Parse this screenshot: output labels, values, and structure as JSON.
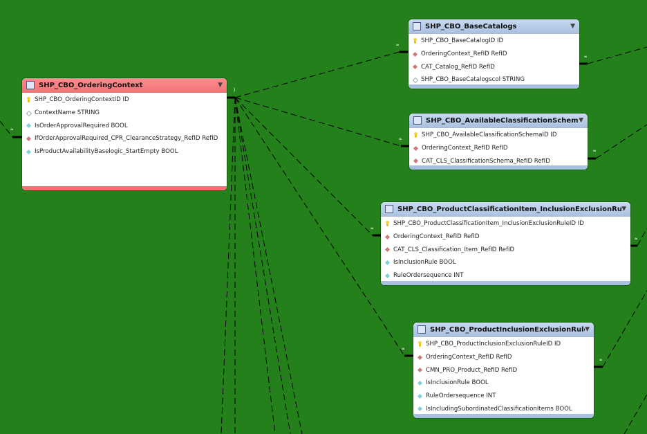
{
  "colors": {
    "canvas": "#23801a",
    "header_blue": "#a9c1e0",
    "header_red": "#f07474",
    "key": "#e8c21a",
    "fk": "#cf7a7a",
    "attr": "#7fd0d8"
  },
  "tables": [
    {
      "id": "ordering-context",
      "title": "SHP_CBO_OrderingContext",
      "theme": "red",
      "columns": [
        {
          "kind": "key",
          "text": "SHP_CBO_OrderingContextID ID"
        },
        {
          "kind": "plain",
          "text": "ContextName STRING"
        },
        {
          "kind": "attr",
          "text": "IsOrderApprovalRequired BOOL"
        },
        {
          "kind": "fk",
          "text": "IfOrderApprovalRequired_CPR_ClearanceStrategy_RefID RefID"
        },
        {
          "kind": "attr",
          "text": "IsProductAvailabilityBaselogic_StartEmpty BOOL"
        }
      ]
    },
    {
      "id": "base-catalogs",
      "title": "SHP_CBO_BaseCatalogs",
      "theme": "blue",
      "columns": [
        {
          "kind": "key",
          "text": "SHP_CBO_BaseCatalogID ID"
        },
        {
          "kind": "fk",
          "text": "OrderingContext_RefID RefID"
        },
        {
          "kind": "fk",
          "text": "CAT_Catalog_RefID RefID"
        },
        {
          "kind": "plain",
          "text": "SHP_CBO_BaseCatalogscol STRING"
        }
      ]
    },
    {
      "id": "available-classification-schemas",
      "title": "SHP_CBO_AvailableClassificationSchemas",
      "theme": "blue",
      "columns": [
        {
          "kind": "key",
          "text": "SHP_CBO_AvailableClassificationSchemaID ID"
        },
        {
          "kind": "fk",
          "text": "OrderingContext_RefID RefID"
        },
        {
          "kind": "fk",
          "text": "CAT_CLS_ClassificationSchema_RefID RefID"
        }
      ]
    },
    {
      "id": "product-classification-item-rules",
      "title": "SHP_CBO_ProductClassificationItem_InclusionExclusionRules",
      "theme": "blue",
      "columns": [
        {
          "kind": "key",
          "text": "SHP_CBO_ProductClassificationItem_InclusionExclusionRuleID ID"
        },
        {
          "kind": "fk",
          "text": "OrderingContext_RefID RefID"
        },
        {
          "kind": "fk",
          "text": "CAT_CLS_Classification_Item_RefID RefID"
        },
        {
          "kind": "attr",
          "text": "IsInclusionRule BOOL"
        },
        {
          "kind": "attr",
          "text": "RuleOrdersequence INT"
        }
      ]
    },
    {
      "id": "product-inclusion-exclusion-rules",
      "title": "SHP_CBO_ProductInclusionExclusionRules",
      "theme": "blue",
      "columns": [
        {
          "kind": "key",
          "text": "SHP_CBO_ProductInclusionExclusionRuleID ID"
        },
        {
          "kind": "fk",
          "text": "OrderingContext_RefID RefID"
        },
        {
          "kind": "fk",
          "text": "CMN_PRO_Product_RefID RefID"
        },
        {
          "kind": "attr",
          "text": "IsInclusionRule BOOL"
        },
        {
          "kind": "attr",
          "text": "RuleOrdersequence INT"
        },
        {
          "kind": "attr",
          "text": "IsIncludingSubordinatedClassificationItems BOOL"
        }
      ]
    }
  ]
}
